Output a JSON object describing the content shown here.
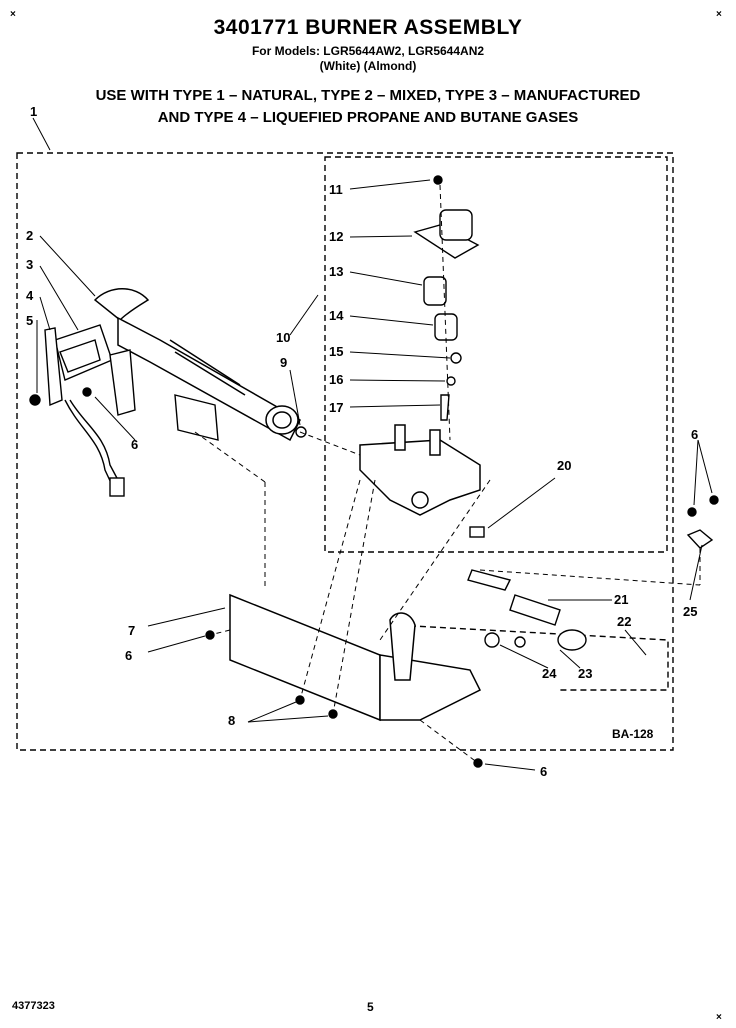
{
  "header": {
    "title": "3401771 BURNER ASSEMBLY",
    "models": "For Models: LGR5644AW2, LGR5644AN2",
    "colors": "(White)    (Almond)",
    "use_line1": "USE WITH TYPE 1 – NATURAL, TYPE 2 – MIXED, TYPE 3 – MANUFACTURED",
    "use_line2": "AND TYPE 4 – LIQUEFIED PROPANE AND BUTANE GASES"
  },
  "callouts": {
    "c1": "1",
    "c2": "2",
    "c3": "3",
    "c4": "4",
    "c5": "5",
    "c6a": "6",
    "c6b": "6",
    "c6c": "6",
    "c6d": "6",
    "c7": "7",
    "c8": "8",
    "c9": "9",
    "c10": "10",
    "c11": "11",
    "c12": "12",
    "c13": "13",
    "c14": "14",
    "c15": "15",
    "c16": "16",
    "c17": "17",
    "c20": "20",
    "c21": "21",
    "c22": "22",
    "c23": "23",
    "c24": "24",
    "c25": "25"
  },
  "diagram_code": "BA-128",
  "footer": {
    "doc_number": "4377323",
    "page_number": "5"
  }
}
